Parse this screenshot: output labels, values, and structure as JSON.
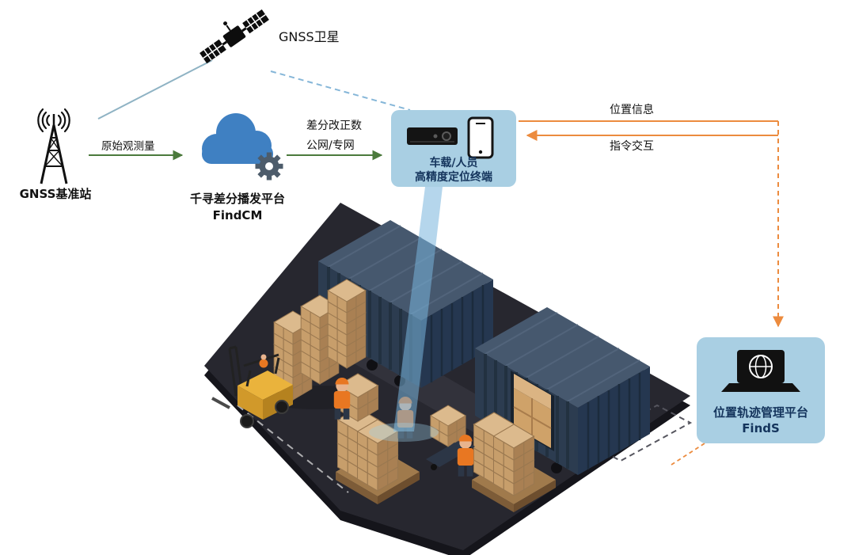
{
  "nodes": {
    "satellite": {
      "label": "GNSS卫星"
    },
    "base_station": {
      "label": "GNSS基准站"
    },
    "cloud_platform": {
      "name": "千寻差分播发平台",
      "product": "FindCM"
    },
    "positioning_terminal": {
      "line1": "车载/人员",
      "line2": "高精度定位终端"
    },
    "management_platform": {
      "name": "位置轨迹管理平台",
      "product": "FindS"
    }
  },
  "edges": {
    "raw_observation": {
      "label": "原始观测量"
    },
    "differential_correction": {
      "line1": "差分改正数",
      "line2": "公网/专网"
    },
    "position_info": {
      "label": "位置信息"
    },
    "command_interaction": {
      "label": "指令交互"
    }
  },
  "colors": {
    "node_box_fill": "#a9cfe3",
    "node_box_text": "#14345c",
    "green_arrow": "#4b7a3c",
    "orange_arrow": "#ec8b3e",
    "satellite_link_solid": "#8fb3c4",
    "satellite_link_dashed": "#85b6d8",
    "cloud_blue": "#3f80c2",
    "gear_slate": "#4d5c6b",
    "beam_blue": "#79b5dc",
    "platform_dark": "#27272f",
    "container_navy": "#2c3c50",
    "carton_tan": "#dcba8d",
    "forklift_yellow": "#eab33c"
  }
}
